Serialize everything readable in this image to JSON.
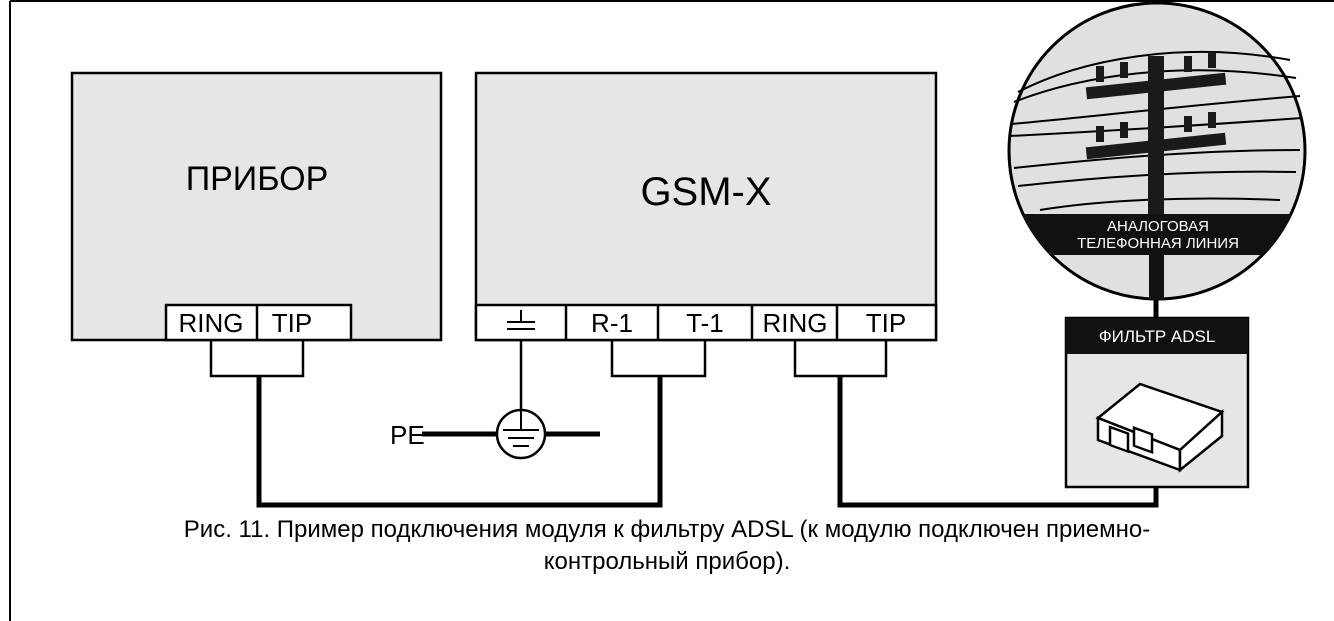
{
  "devices": {
    "panel": {
      "name": "ПРИБОР",
      "terminals": [
        "RING",
        "TIP"
      ]
    },
    "module": {
      "name": "GSM-X",
      "terminals": [
        "R-1",
        "T-1",
        "RING",
        "TIP"
      ]
    }
  },
  "ground": {
    "label": "PE"
  },
  "phone_line": {
    "label_line1": "АНАЛОГОВАЯ",
    "label_line2": "ТЕЛЕФОННАЯ ЛИНИЯ"
  },
  "adsl_filter": {
    "label": "ФИЛЬТР ADSL"
  },
  "caption": {
    "line1": "Рис. 11. Пример подключения модуля к фильтру ADSL (к модулю подключен приемно-",
    "line2": "контрольный прибор)."
  }
}
